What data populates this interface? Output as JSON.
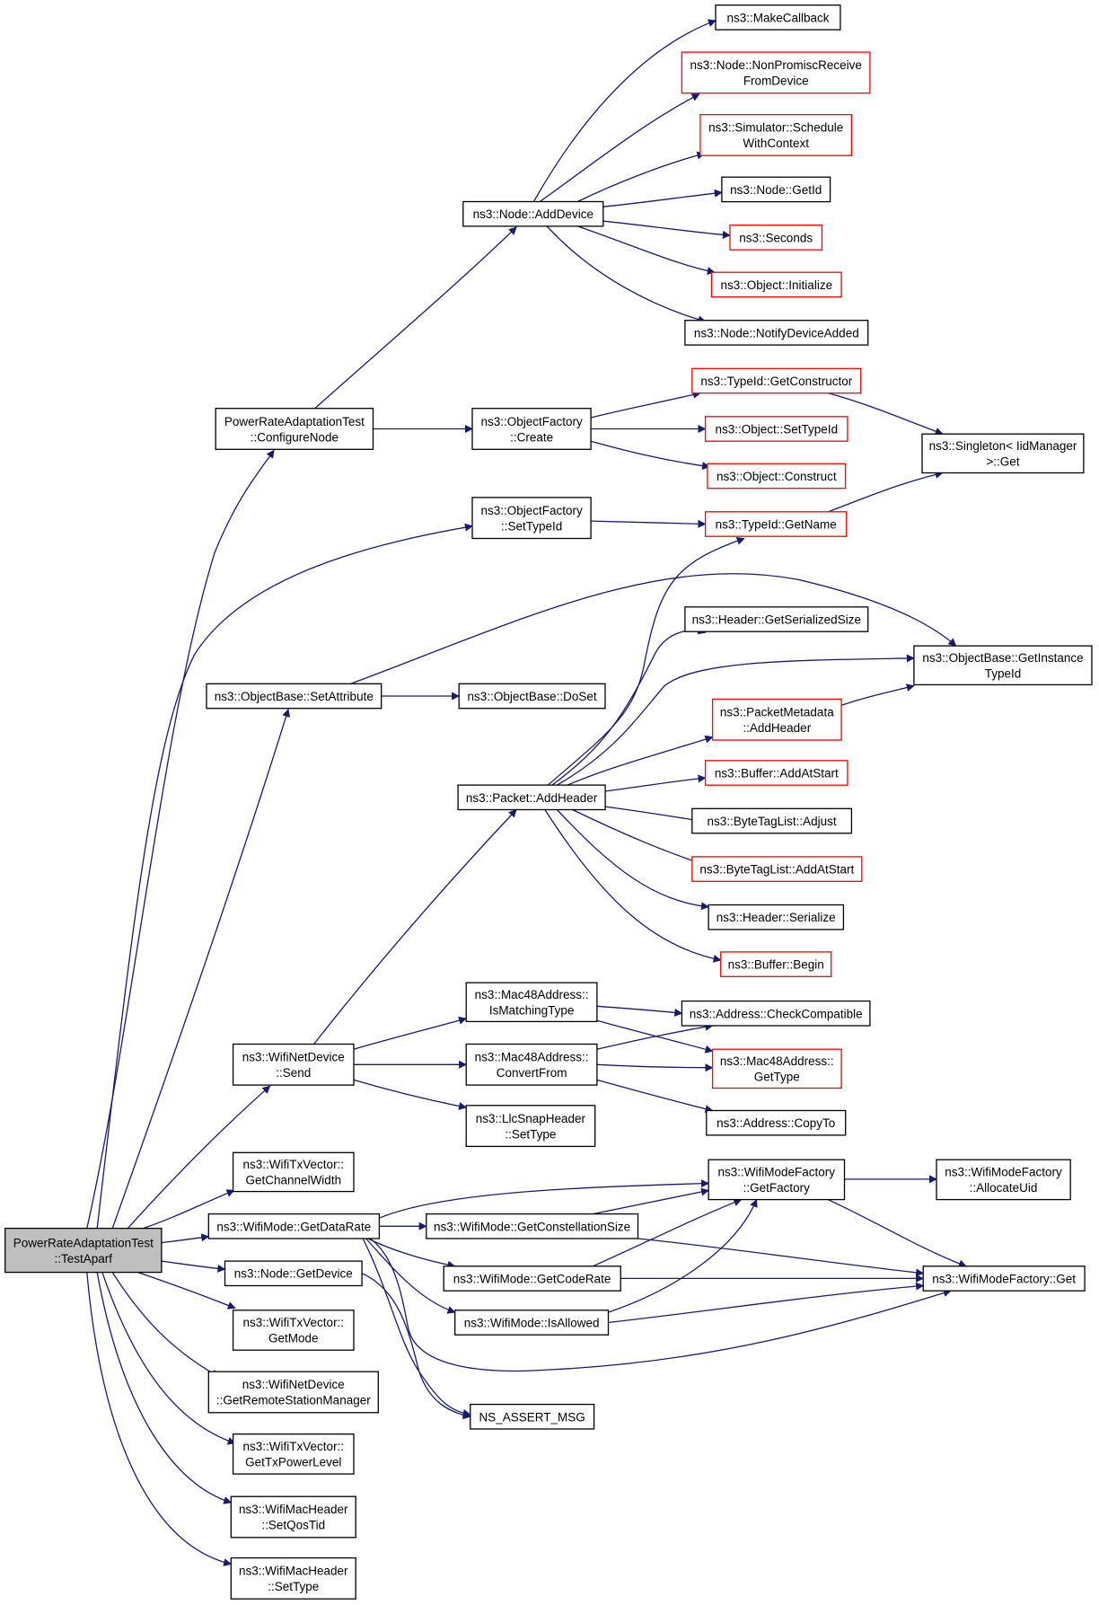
{
  "colors": {
    "edge": "#191970",
    "box_default": "#000000",
    "box_red": "#ff0000",
    "root_fill": "#bfbfbf",
    "node_fill": "#ffffff"
  },
  "nodes": {
    "n_testaparf": {
      "lines": [
        "PowerRateAdaptationTest",
        "::TestAparf"
      ],
      "style": "root"
    },
    "n_configurenode": {
      "lines": [
        "PowerRateAdaptationTest",
        "::ConfigureNode"
      ],
      "style": "black"
    },
    "n_settypeid_of": {
      "lines": [
        "ns3::ObjectFactory",
        "::SetTypeId"
      ],
      "style": "black"
    },
    "n_setattribute": {
      "lines": [
        "ns3::ObjectBase::SetAttribute"
      ],
      "style": "black"
    },
    "n_wifinetdevice_send": {
      "lines": [
        "ns3::WifiNetDevice",
        "::Send"
      ],
      "style": "black"
    },
    "n_getchannelwidth": {
      "lines": [
        "ns3::WifiTxVector::",
        "GetChannelWidth"
      ],
      "style": "black"
    },
    "n_getdatarate": {
      "lines": [
        "ns3::WifiMode::GetDataRate"
      ],
      "style": "black"
    },
    "n_node_getdevice": {
      "lines": [
        "ns3::Node::GetDevice"
      ],
      "style": "black"
    },
    "n_getmode": {
      "lines": [
        "ns3::WifiTxVector::",
        "GetMode"
      ],
      "style": "black"
    },
    "n_getremotestationmanager": {
      "lines": [
        "ns3::WifiNetDevice",
        "::GetRemoteStationManager"
      ],
      "style": "black"
    },
    "n_gettxpowerlevel": {
      "lines": [
        "ns3::WifiTxVector::",
        "GetTxPowerLevel"
      ],
      "style": "black"
    },
    "n_setqostid": {
      "lines": [
        "ns3::WifiMacHeader",
        "::SetQosTid"
      ],
      "style": "black"
    },
    "n_settype_mac": {
      "lines": [
        "ns3::WifiMacHeader",
        "::SetType"
      ],
      "style": "black"
    },
    "n_node_adddevice": {
      "lines": [
        "ns3::Node::AddDevice"
      ],
      "style": "black"
    },
    "n_objectfactory_create": {
      "lines": [
        "ns3::ObjectFactory",
        "::Create"
      ],
      "style": "black"
    },
    "n_objectbase_doset": {
      "lines": [
        "ns3::ObjectBase::DoSet"
      ],
      "style": "black"
    },
    "n_packet_addheader": {
      "lines": [
        "ns3::Packet::AddHeader"
      ],
      "style": "black"
    },
    "n_ismatchingtype": {
      "lines": [
        "ns3::Mac48Address::",
        "IsMatchingType"
      ],
      "style": "black"
    },
    "n_convertfrom": {
      "lines": [
        "ns3::Mac48Address::",
        "ConvertFrom"
      ],
      "style": "black"
    },
    "n_llcsnap_settype": {
      "lines": [
        "ns3::LlcSnapHeader",
        "::SetType"
      ],
      "style": "black"
    },
    "n_getconstellationsize": {
      "lines": [
        "ns3::WifiMode::GetConstellationSize"
      ],
      "style": "black"
    },
    "n_getcoderate": {
      "lines": [
        "ns3::WifiMode::GetCodeRate"
      ],
      "style": "black"
    },
    "n_isallowed": {
      "lines": [
        "ns3::WifiMode::IsAllowed"
      ],
      "style": "black"
    },
    "n_ns_assert_msg": {
      "lines": [
        "NS_ASSERT_MSG"
      ],
      "style": "black"
    },
    "n_makecallback": {
      "lines": [
        "ns3::MakeCallback"
      ],
      "style": "black"
    },
    "n_nonpromisc": {
      "lines": [
        "ns3::Node::NonPromiscReceive",
        "FromDevice"
      ],
      "style": "red"
    },
    "n_schedulewithcontext": {
      "lines": [
        "ns3::Simulator::Schedule",
        "WithContext"
      ],
      "style": "red"
    },
    "n_node_getid": {
      "lines": [
        "ns3::Node::GetId"
      ],
      "style": "black"
    },
    "n_seconds": {
      "lines": [
        "ns3::Seconds"
      ],
      "style": "red"
    },
    "n_object_initialize": {
      "lines": [
        "ns3::Object::Initialize"
      ],
      "style": "red"
    },
    "n_notifydeviceadded": {
      "lines": [
        "ns3::Node::NotifyDeviceAdded"
      ],
      "style": "black"
    },
    "n_typeid_getconstructor": {
      "lines": [
        "ns3::TypeId::GetConstructor"
      ],
      "style": "red"
    },
    "n_object_settypeid": {
      "lines": [
        "ns3::Object::SetTypeId"
      ],
      "style": "red"
    },
    "n_object_construct": {
      "lines": [
        "ns3::Object::Construct"
      ],
      "style": "red"
    },
    "n_typeid_getname": {
      "lines": [
        "ns3::TypeId::GetName"
      ],
      "style": "red"
    },
    "n_header_getserializedsize": {
      "lines": [
        "ns3::Header::GetSerializedSize"
      ],
      "style": "black"
    },
    "n_packetmetadata_addheader": {
      "lines": [
        "ns3::PacketMetadata",
        "::AddHeader"
      ],
      "style": "red"
    },
    "n_buffer_addatstart": {
      "lines": [
        "ns3::Buffer::AddAtStart"
      ],
      "style": "red"
    },
    "n_bytetaglist_adjust": {
      "lines": [
        "ns3::ByteTagList::Adjust"
      ],
      "style": "black"
    },
    "n_bytetaglist_addatstart": {
      "lines": [
        "ns3::ByteTagList::AddAtStart"
      ],
      "style": "red"
    },
    "n_header_serialize": {
      "lines": [
        "ns3::Header::Serialize"
      ],
      "style": "black"
    },
    "n_buffer_begin": {
      "lines": [
        "ns3::Buffer::Begin"
      ],
      "style": "red"
    },
    "n_address_checkcompatible": {
      "lines": [
        "ns3::Address::CheckCompatible"
      ],
      "style": "black"
    },
    "n_mac48_gettype": {
      "lines": [
        "ns3::Mac48Address::",
        "GetType"
      ],
      "style": "red"
    },
    "n_address_copyto": {
      "lines": [
        "ns3::Address::CopyTo"
      ],
      "style": "black"
    },
    "n_wifimodefactory_getfactory": {
      "lines": [
        "ns3::WifiModeFactory",
        "::GetFactory"
      ],
      "style": "black"
    },
    "n_singleton_get": {
      "lines": [
        "ns3::Singleton< IidManager",
        " >::Get"
      ],
      "style": "black"
    },
    "n_getinstancetypeid": {
      "lines": [
        "ns3::ObjectBase::GetInstance",
        "TypeId"
      ],
      "style": "black"
    },
    "n_wifimodefactory_allocateuid": {
      "lines": [
        "ns3::WifiModeFactory",
        "::AllocateUid"
      ],
      "style": "black"
    },
    "n_wifimodefactory_get": {
      "lines": [
        "ns3::WifiModeFactory::Get"
      ],
      "style": "black"
    }
  }
}
